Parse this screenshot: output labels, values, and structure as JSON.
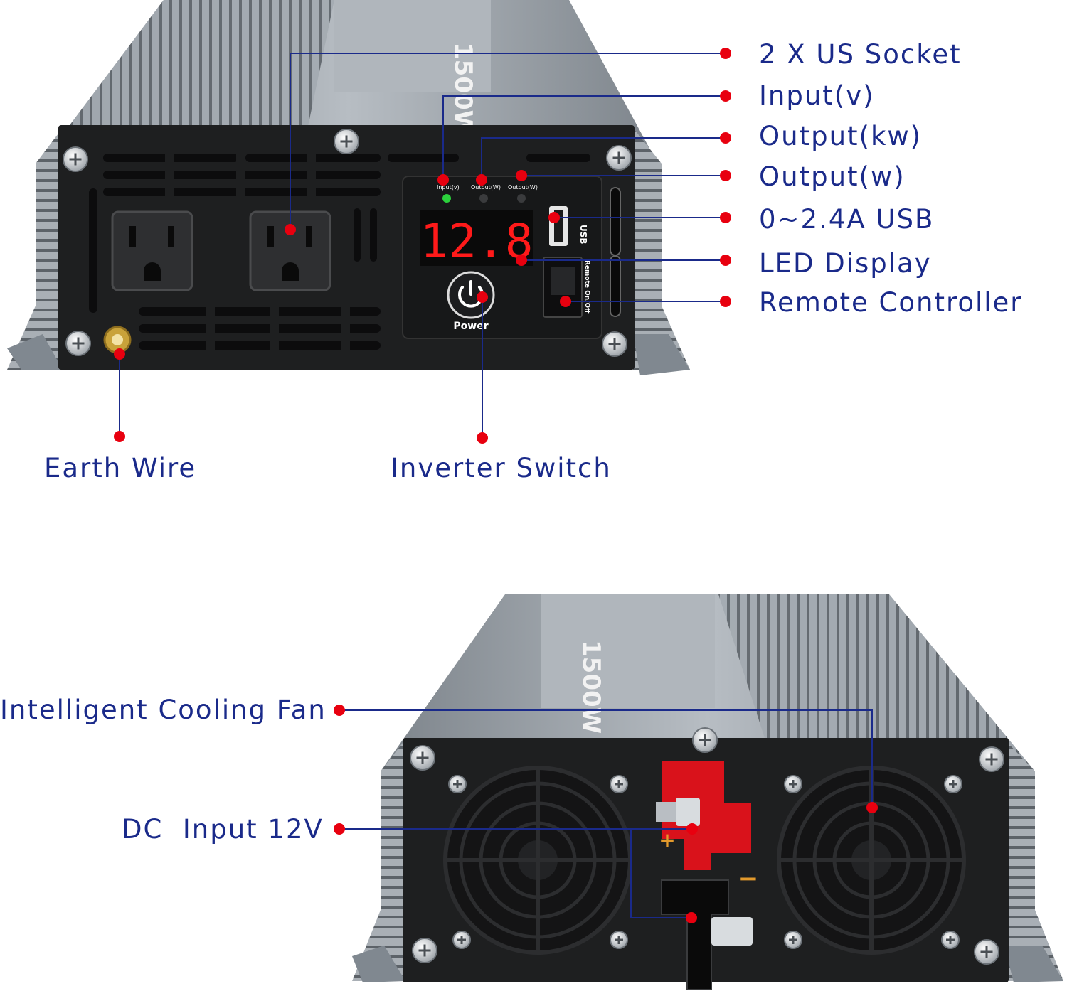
{
  "colors": {
    "label": "#1a2a8a",
    "leader_line": "#1a2a8a",
    "callout_dot": "#e8000f",
    "body": "#9aa1a8",
    "face": "#1e1f20",
    "led": "#ff1a1a",
    "terminal_positive": "#d9121b"
  },
  "top_view": {
    "callouts": {
      "us_socket": "2 X US Socket",
      "input_v": "Input(v)",
      "output_kw": "Output(kw)",
      "output_w": "Output(w)",
      "usb": "0~2.4A USB",
      "led_display": "LED Display",
      "remote_controller": "Remote Controller",
      "earth_wire": "Earth Wire",
      "inverter_switch": "Inverter Switch"
    },
    "panel": {
      "indicator_input": "Input(v)",
      "indicator_output_kw": "Output(W)",
      "indicator_output_w": "Output(W)",
      "display_value": "12.8",
      "power_label": "Power",
      "usb_label": "USB",
      "remote_label": "Remote On/Off"
    },
    "housing_rating": "1500W"
  },
  "bottom_view": {
    "callouts": {
      "cooling_fan": "Intelligent Cooling Fan",
      "dc_input": "DC  Input 12V"
    },
    "terminal_plus": "+",
    "terminal_minus": "−",
    "housing_rating": "1500W"
  },
  "icons": [
    "power-icon",
    "usb-port-icon",
    "rj11-port-icon",
    "fan-icon",
    "screw-icon",
    "ac-outlet-icon",
    "ground-post-icon"
  ]
}
